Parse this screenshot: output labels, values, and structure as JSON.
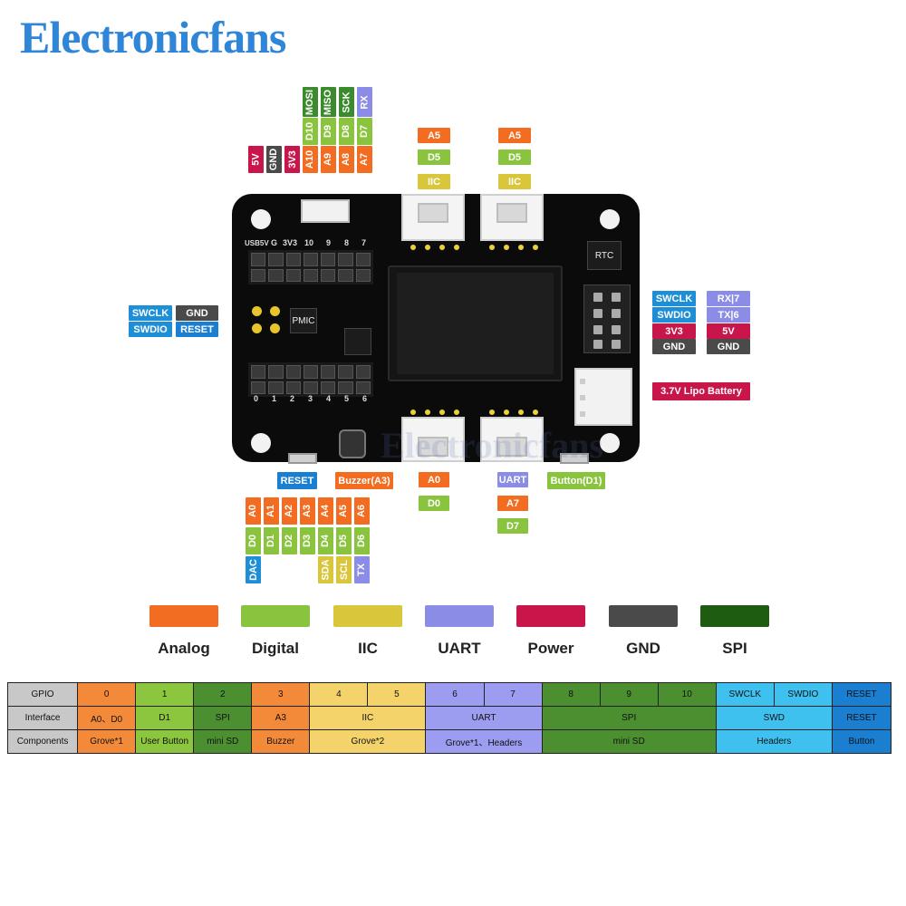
{
  "brand": "Electronicfans",
  "top_header": {
    "row1": [
      "MOSI",
      "MISO",
      "SCK",
      "RX"
    ],
    "row2": [
      "D10",
      "D9",
      "D8",
      "D7"
    ],
    "row3": [
      "5V",
      "GND",
      "3V3",
      "A10",
      "A9",
      "A8",
      "A7"
    ]
  },
  "grove_top": [
    {
      "analog": "A5",
      "digital": "D5",
      "iic": "IIC"
    },
    {
      "analog": "A5",
      "digital": "D5",
      "iic": "IIC"
    }
  ],
  "left_swd": {
    "swclk": "SWCLK",
    "gnd": "GND",
    "swdio": "SWDIO",
    "reset": "RESET"
  },
  "right_pins": {
    "swclk": "SWCLK",
    "rx7": "RX|7",
    "swdio": "SWDIO",
    "tx6": "TX|6",
    "v33": "3V3",
    "v5": "5V",
    "gnd1": "GND",
    "gnd2": "GND"
  },
  "battery_label": "3.7V Lipo Battery",
  "board": {
    "usb5v": "USB5V",
    "g": "G",
    "v33": "3V3",
    "n10": "10",
    "n9": "9",
    "n8": "8",
    "n7": "7",
    "bottom_nums": [
      "0",
      "1",
      "2",
      "3",
      "4",
      "5",
      "6"
    ],
    "rtc": "RTC",
    "pmic": "PMIC",
    "watermark": "Electronicfans"
  },
  "bottom_labels": {
    "reset": "RESET",
    "buzzer": "Buzzer(A3)",
    "grove_a0": "A0",
    "grove_d0": "D0",
    "uart": "UART",
    "a7": "A7",
    "d7": "D7",
    "button": "Button(D1)"
  },
  "bottom_header": {
    "row1": [
      "A0",
      "A1",
      "A2",
      "A3",
      "A4",
      "A5",
      "A6"
    ],
    "row2": [
      "D0",
      "D1",
      "D2",
      "D3",
      "D4",
      "D5",
      "D6"
    ],
    "row3": [
      "DAC",
      "SDA",
      "SCL",
      "TX"
    ]
  },
  "legend": [
    {
      "name": "Analog",
      "color": "#f26d21"
    },
    {
      "name": "Digital",
      "color": "#8ac43f"
    },
    {
      "name": "IIC",
      "color": "#d9c63b"
    },
    {
      "name": "UART",
      "color": "#8a8ce6"
    },
    {
      "name": "Power",
      "color": "#c8164a"
    },
    {
      "name": "GND",
      "color": "#4a4a4a"
    },
    {
      "name": "SPI",
      "color": "#1e5c12"
    }
  ],
  "table": {
    "gpio_label": "GPIO",
    "interface_label": "Interface",
    "components_label": "Components",
    "gpio": [
      "0",
      "1",
      "2",
      "3",
      "4",
      "5",
      "6",
      "7",
      "8",
      "9",
      "10",
      "SWCLK",
      "SWDIO",
      "RESET"
    ],
    "interface": [
      "A0、D0",
      "D1",
      "SPI",
      "A3",
      "IIC",
      "UART",
      "SPI",
      "SWD",
      "RESET"
    ],
    "components": [
      "Grove*1",
      "User Button",
      "mini SD",
      "Buzzer",
      "Grove*2",
      "Grove*1、Headers",
      "mini SD",
      "Headers",
      "Button"
    ]
  }
}
